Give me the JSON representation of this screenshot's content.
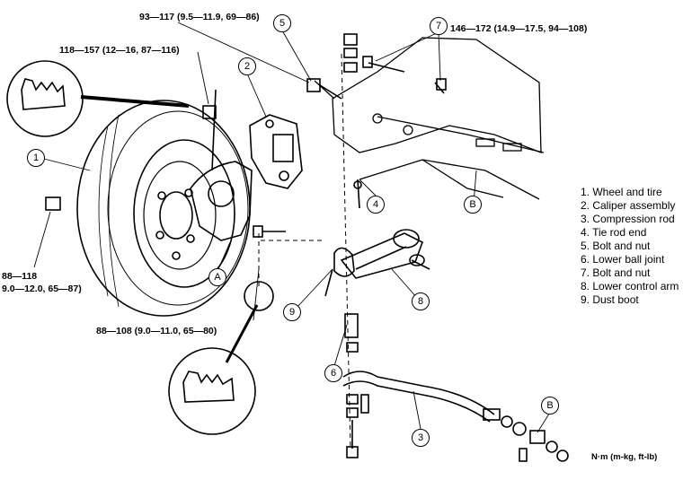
{
  "callouts": {
    "c1": "1",
    "c2": "2",
    "c3": "3",
    "c4": "4",
    "c5": "5",
    "c6": "6",
    "c7": "7",
    "c8": "8",
    "c9": "9",
    "cA": "A",
    "cB1": "B",
    "cB2": "B"
  },
  "torque": {
    "t1": "93—117 (9.5—11.9, 69—86)",
    "t2": "118—157 (12—16, 87—116)",
    "t3": "146—172 (14.9—17.5, 94—108)",
    "t4a": "88—118",
    "t4b": "9.0—12.0, 65—87)",
    "t5": "88—108 (9.0—11.0, 65—80)",
    "unit": "N·m (m-kg, ft-lb)"
  },
  "legend": [
    "1. Wheel and tire",
    "2. Caliper assembly",
    "3. Compression rod",
    "4. Tie rod end",
    "5. Bolt and nut",
    "6. Lower ball joint",
    "7. Bolt and nut",
    "8. Lower control arm",
    "9. Dust boot"
  ]
}
